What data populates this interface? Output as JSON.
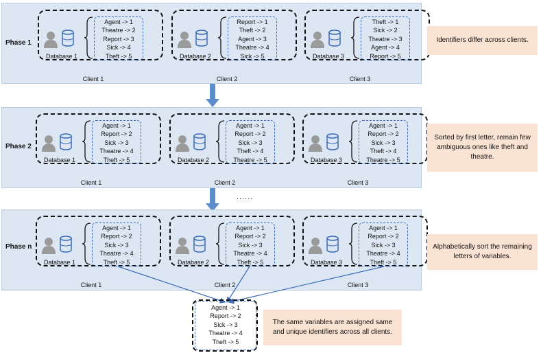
{
  "phases": [
    {
      "label": "Phase 1",
      "note": "Identifiers differ across clients.",
      "clients": [
        {
          "db": "Database 1",
          "name": "Client 1",
          "mappings": [
            "Agent -> 1",
            "Theatre -> 2",
            "Report -> 3",
            "Sick -> 4",
            "Theft -> 5"
          ]
        },
        {
          "db": "Database 2",
          "name": "Client 2",
          "mappings": [
            "Report -> 1",
            "Theft -> 2",
            "Agent -> 3",
            "Theatre -> 4",
            "Sick -> 5"
          ]
        },
        {
          "db": "Database 3",
          "name": "Client 3",
          "mappings": [
            "Theft -> 1",
            "Sick -> 2",
            "Theatre -> 3",
            "Agent -> 4",
            "Report -> 5"
          ]
        }
      ]
    },
    {
      "label": "Phase 2",
      "note": "Sorted by first letter, remain few ambiguous ones like theft and theatre.",
      "clients": [
        {
          "db": "Database 1",
          "name": "Client 1",
          "mappings": [
            "Agent -> 1",
            "Report -> 2",
            "Sick -> 3",
            "Theatre -> 4",
            "Theft -> 5"
          ]
        },
        {
          "db": "Database 2",
          "name": "Client 2",
          "mappings": [
            "Agent -> 1",
            "Report -> 2",
            "Sick -> 3",
            "Theft -> 4",
            "Theatre -> 5"
          ]
        },
        {
          "db": "Database 3",
          "name": "Client 3",
          "mappings": [
            "Agent -> 1",
            "Report -> 2",
            "Sick -> 3",
            "Theft -> 4",
            "Theatre -> 5"
          ]
        }
      ]
    },
    {
      "label": "Phase n",
      "note": "Alphabetically sort the remaining letters of variables.",
      "clients": [
        {
          "db": "Database 1",
          "name": "Client 1",
          "mappings": [
            "Agent -> 1",
            "Report -> 2",
            "Sick -> 3",
            "Theatre -> 4",
            "Theft -> 5"
          ]
        },
        {
          "db": "Database 2",
          "name": "Client 2",
          "mappings": [
            "Agent -> 1",
            "Report -> 2",
            "Sick -> 3",
            "Theatre -> 4",
            "Theft -> 5"
          ]
        },
        {
          "db": "Database 3",
          "name": "Client 3",
          "mappings": [
            "Agent -> 1",
            "Report -> 2",
            "Sick -> 3",
            "Theatre -> 4",
            "Theft -> 5"
          ]
        }
      ]
    }
  ],
  "ellipsis": "......",
  "final": {
    "mappings": [
      "Agent -> 1",
      "Report -> 2",
      "Sick -> 3",
      "Theatre -> 4",
      "Theft -> 5"
    ],
    "note": "The same variables are assigned same and unique identifiers across all clients."
  },
  "colors": {
    "band": "#dce7f3",
    "note": "#fbe3d3",
    "arrow": "#5b8ccc",
    "connector": "#3b6bb8",
    "map_border": "#3b6bb8"
  },
  "icons": [
    "user-icon",
    "database-icon",
    "brace-icon",
    "down-arrow-icon"
  ]
}
